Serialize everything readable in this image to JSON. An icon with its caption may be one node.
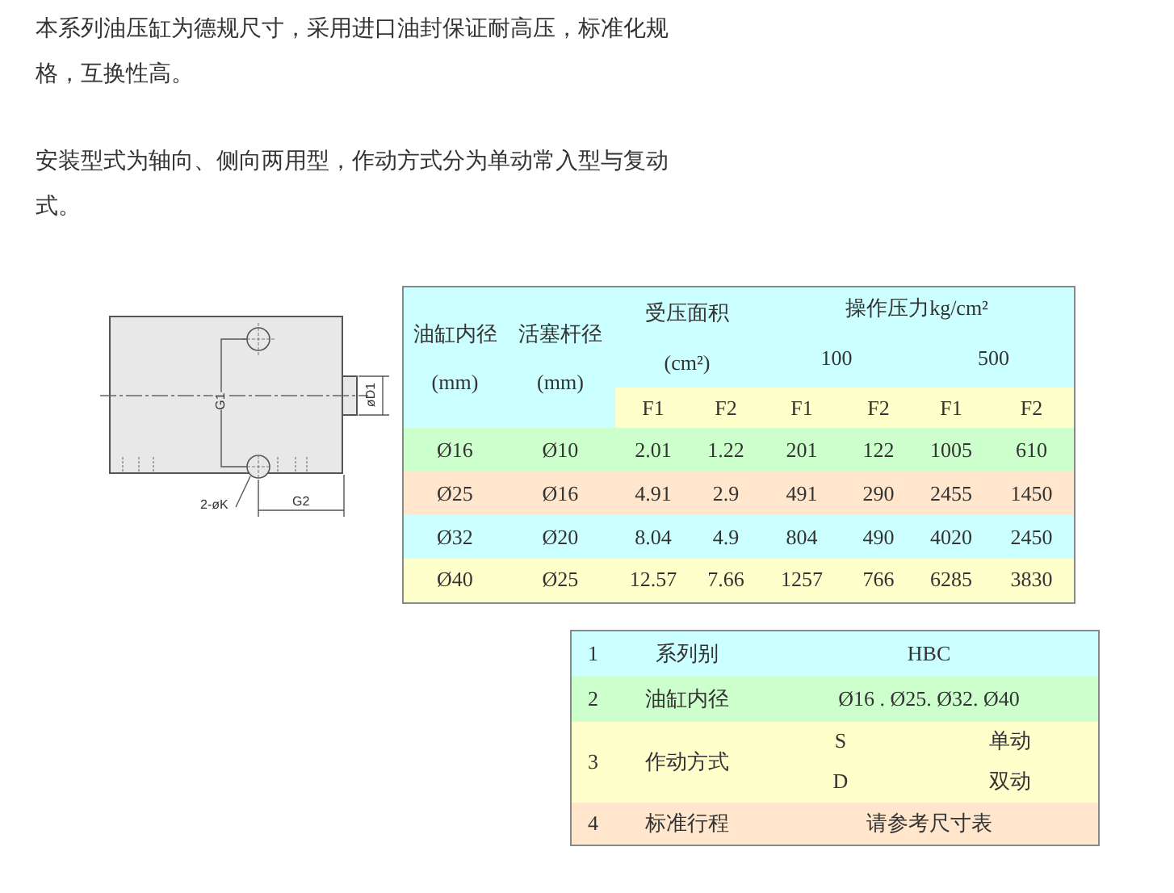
{
  "diagram": {
    "nodes": [
      {
        "text": [
          "2-øK"
        ]
      },
      {
        "text": [],
        "shape": "circle"
      }
    ],
    "edges": [
      {
        "from": 0,
        "to": 1,
        "arrow": "none"
      }
    ],
    "labels": [
      "本系列油压缸为德规尺寸，采用进口油封保证耐高压，标准化规格，互换性高。",
      "安装型式为轴向、侧向两用型，作动方式分为单动常入型与复动式。",
      "G1",
      "øD1",
      "G2",
      "油缸内径 (mm)",
      "活塞杆径 (mm)",
      "受压面积 (cm²)",
      "操作压力kg/cm²",
      "100",
      "500",
      "F1",
      "F2",
      "F1",
      "F2",
      "F1",
      "F2",
      "Ø16",
      "Ø10",
      "2.01",
      "1.22",
      "201",
      "122",
      "1005",
      "610",
      "Ø25",
      "Ø16",
      "4.91",
      "2.9",
      "491",
      "290",
      "2455",
      "1450",
      "Ø32",
      "Ø20",
      "8.04",
      "4.9",
      "804",
      "490",
      "4020",
      "2450",
      "Ø40",
      "Ø25",
      "12.57",
      "7.66",
      "1257",
      "766",
      "6285",
      "3830",
      "1",
      "系列别",
      "HBC",
      "2",
      "油缸内径",
      "Ø16 . Ø25. Ø32. Ø40",
      "3",
      "作动方式",
      "S",
      "单动",
      "D",
      "双动",
      "4",
      "标准行程",
      "请参考尺寸表"
    ]
  }
}
